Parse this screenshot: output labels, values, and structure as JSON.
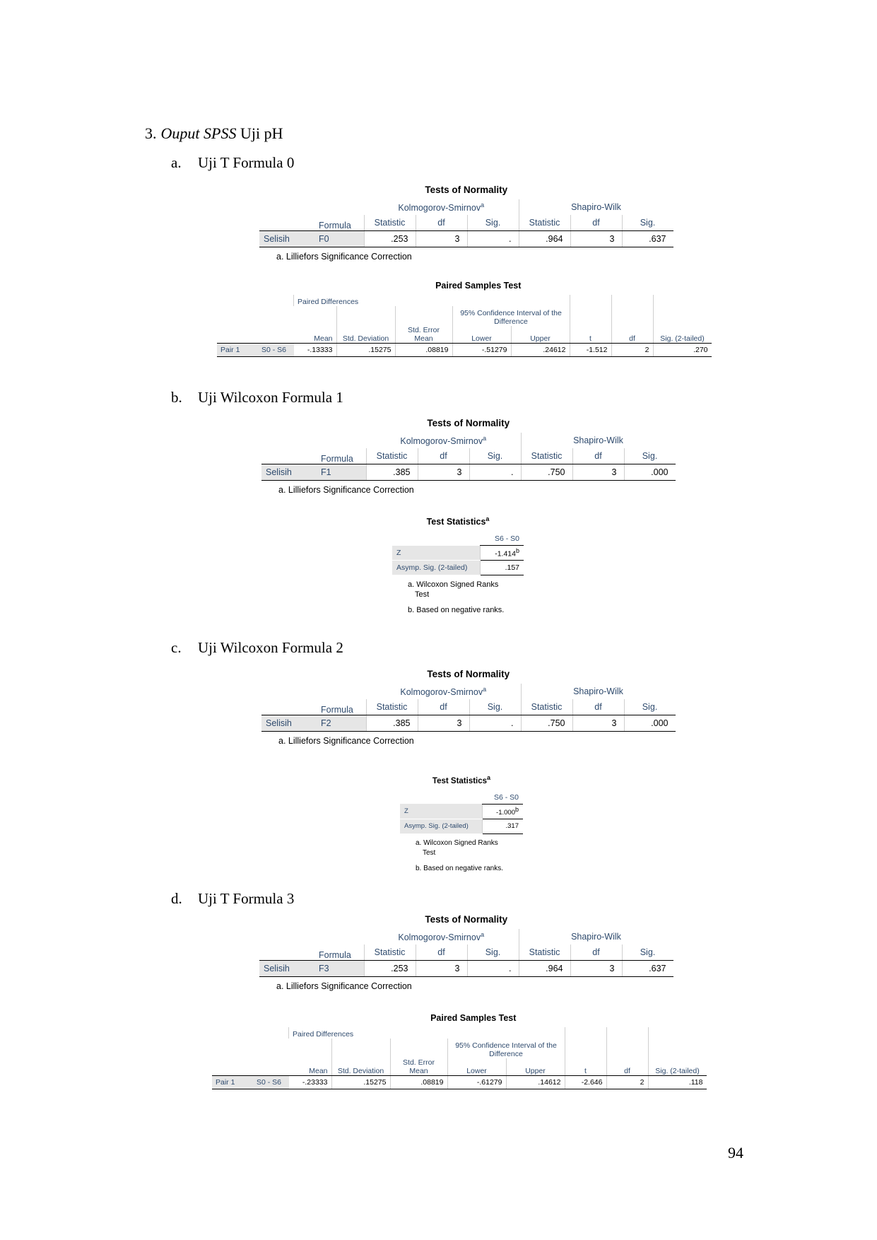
{
  "heading": {
    "number": "3.",
    "italic": "Ouput SPSS",
    "rest": "Uji pH"
  },
  "sections": [
    {
      "letter": "a.",
      "title": "Uji T Formula 0"
    },
    {
      "letter": "b.",
      "title": "Uji Wilcoxon Formula 1"
    },
    {
      "letter": "c.",
      "title": "Uji Wilcoxon Formula 2"
    },
    {
      "letter": "d.",
      "title": "Uji T Formula 3"
    }
  ],
  "normality_common": {
    "title": "Tests of Normality",
    "ks": "Kolmogorov-Smirnov",
    "ks_sup": "a",
    "sw": "Shapiro-Wilk",
    "formula": "Formula",
    "statistic": "Statistic",
    "df": "df",
    "sig": "Sig.",
    "row_label": "Selisih",
    "footnote": "a. Lilliefors Significance Correction"
  },
  "normality": [
    {
      "formula": "F0",
      "ks_stat": ".253",
      "ks_df": "3",
      "ks_sig": ".",
      "sw_stat": ".964",
      "sw_df": "3",
      "sw_sig": ".637"
    },
    {
      "formula": "F1",
      "ks_stat": ".385",
      "ks_df": "3",
      "ks_sig": ".",
      "sw_stat": ".750",
      "sw_df": "3",
      "sw_sig": ".000"
    },
    {
      "formula": "F2",
      "ks_stat": ".385",
      "ks_df": "3",
      "ks_sig": ".",
      "sw_stat": ".750",
      "sw_df": "3",
      "sw_sig": ".000"
    },
    {
      "formula": "F3",
      "ks_stat": ".253",
      "ks_df": "3",
      "ks_sig": ".",
      "sw_stat": ".964",
      "sw_df": "3",
      "sw_sig": ".637"
    }
  ],
  "paired_common": {
    "title": "Paired Samples Test",
    "paired_differences": "Paired Differences",
    "ci": "95% Confidence Interval of the",
    "ci2": "Difference",
    "mean": "Mean",
    "std_dev": "Std. Deviation",
    "std_err1": "Std. Error",
    "std_err2": "Mean",
    "lower": "Lower",
    "upper": "Upper",
    "t": "t",
    "df": "df",
    "sig": "Sig. (2-tailed)"
  },
  "paired": [
    {
      "pair": "Pair 1",
      "vars": "S0 - S6",
      "mean": "-.13333",
      "sd": ".15275",
      "se": ".08819",
      "lower": "-.51279",
      "upper": ".24612",
      "t": "-1.512",
      "df": "2",
      "sig": ".270"
    },
    {
      "pair": "Pair 1",
      "vars": "S0 - S6",
      "mean": "-.23333",
      "sd": ".15275",
      "se": ".08819",
      "lower": "-.61279",
      "upper": ".14612",
      "t": "-2.646",
      "df": "2",
      "sig": ".118"
    }
  ],
  "stats_common": {
    "title": "Test Statistics",
    "title_sup": "a",
    "col": "S6 - S0",
    "z": "Z",
    "asymp": "Asymp. Sig. (2-tailed)",
    "foot_a1": "a. Wilcoxon Signed Ranks",
    "foot_a2": "Test",
    "foot_b": "b. Based on negative ranks."
  },
  "stats": [
    {
      "z": "-1.414",
      "z_sup": "b",
      "sig": ".157"
    },
    {
      "z": "-1.000",
      "z_sup": "b",
      "sig": ".317"
    }
  ],
  "page_number": "94"
}
